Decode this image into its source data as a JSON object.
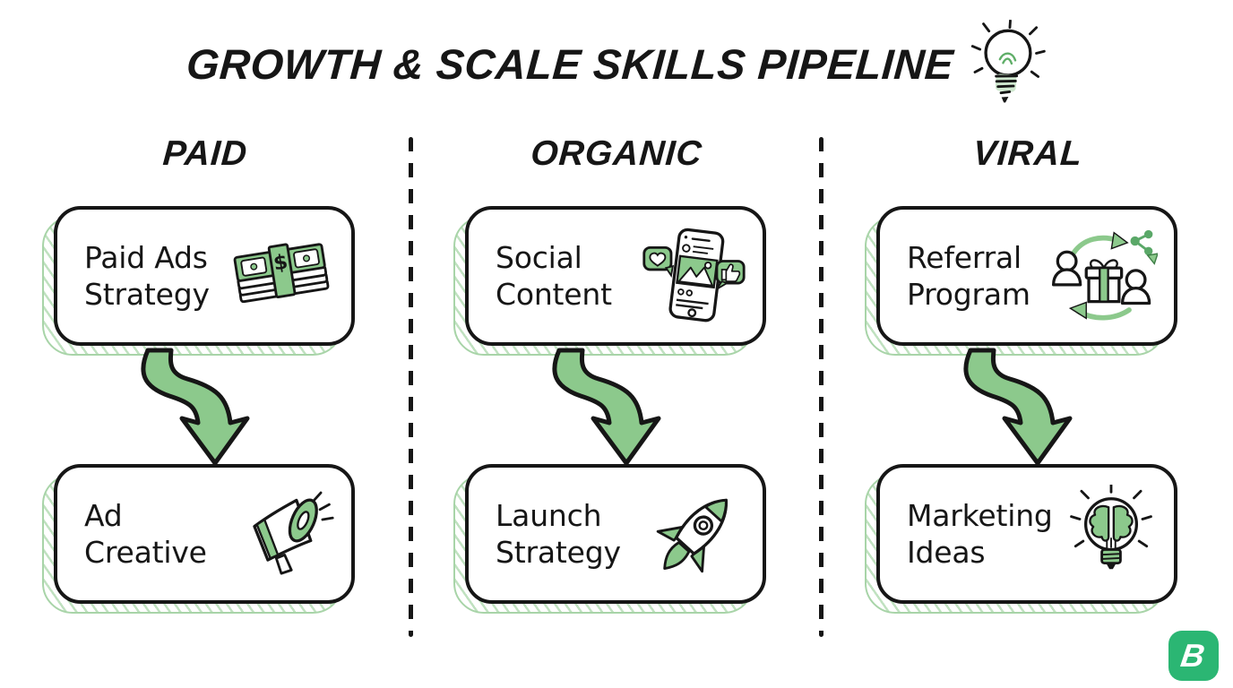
{
  "title": {
    "text": "GROWTH & SCALE SKILLS PIPELINE",
    "icon": "lightbulb-icon"
  },
  "columns": [
    {
      "header": "PAID",
      "boxes": [
        {
          "line1": "Paid Ads",
          "line2": "Strategy",
          "icon": "money-stack-icon"
        },
        {
          "line1": "Ad",
          "line2": "Creative",
          "icon": "megaphone-icon"
        }
      ]
    },
    {
      "header": "ORGANIC",
      "boxes": [
        {
          "line1": "Social",
          "line2": "Content",
          "icon": "social-phone-icon"
        },
        {
          "line1": "Launch",
          "line2": "Strategy",
          "icon": "rocket-icon"
        }
      ]
    },
    {
      "header": "VIRAL",
      "boxes": [
        {
          "line1": "Referral",
          "line2": "Program",
          "icon": "referral-gift-icon"
        },
        {
          "line1": "Marketing",
          "line2": "Ideas",
          "icon": "bulb-brain-icon"
        }
      ]
    }
  ],
  "logo": {
    "letter": "B",
    "color": "#2bb673"
  },
  "colors": {
    "accent_green": "#8cc98c",
    "shadow_green": "#a8d4a8",
    "logo_green": "#2bb673",
    "ink": "#161616",
    "background": "#ffffff"
  }
}
